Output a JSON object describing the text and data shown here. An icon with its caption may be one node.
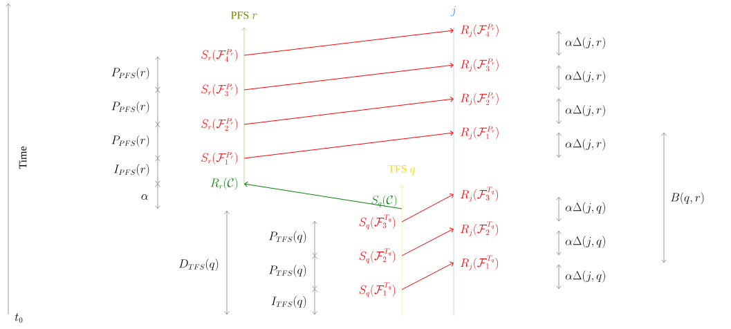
{
  "diagram": {
    "nodes": [
      {
        "text": [
          "S_r(\\mathcal{F}_4^{P_r})"
        ]
      },
      {
        "text": [
          "S_r(\\mathcal{F}_3^{P_r})"
        ]
      },
      {
        "text": [
          "S_r(\\mathcal{F}_2^{P_r})"
        ]
      },
      {
        "text": [
          "S_r(\\mathcal{F}_1^{P_r})"
        ]
      },
      {
        "text": [
          "R_j(\\mathcal{F}_4^{P_r})"
        ]
      },
      {
        "text": [
          "R_j(\\mathcal{F}_3^{P_r})"
        ]
      },
      {
        "text": [
          "R_j(\\mathcal{F}_2^{P_r})"
        ]
      },
      {
        "text": [
          "R_j(\\mathcal{F}_1^{P_r})"
        ]
      },
      {
        "text": [
          "R_r(\\mathcal{C})"
        ]
      },
      {
        "text": [
          "S_q(\\mathcal{C})"
        ]
      },
      {
        "text": [
          "S_q(\\mathcal{F}_3^{T_q})"
        ]
      },
      {
        "text": [
          "S_q(\\mathcal{F}_2^{T_q})"
        ]
      },
      {
        "text": [
          "S_q(\\mathcal{F}_1^{T_q})"
        ]
      },
      {
        "text": [
          "R_j(\\mathcal{F}_3^{T_q})"
        ]
      },
      {
        "text": [
          "R_j(\\mathcal{F}_2^{T_q})"
        ]
      },
      {
        "text": [
          "R_j(\\mathcal{F}_1^{T_q})"
        ]
      }
    ],
    "edges": [
      {
        "from": 0,
        "to": 4,
        "arrow": "to"
      },
      {
        "from": 1,
        "to": 5,
        "arrow": "to"
      },
      {
        "from": 2,
        "to": 6,
        "arrow": "to"
      },
      {
        "from": 3,
        "to": 7,
        "arrow": "to"
      },
      {
        "from": 9,
        "to": 8,
        "arrow": "to",
        "color": "#008000"
      },
      {
        "from": 10,
        "to": 13,
        "arrow": "to"
      },
      {
        "from": 11,
        "to": 14,
        "arrow": "to"
      },
      {
        "from": 12,
        "to": 15,
        "arrow": "to"
      }
    ],
    "labels": [
      "\\mathrm{PFS}\\ r",
      "j",
      "Time",
      "P_{PFS}(r)",
      "P_{PFS}(r)",
      "P_{PFS}(r)",
      "I_{PFS}(r)",
      "\\alpha",
      "\\mathrm{TFS}\\ q",
      "D_{TFS}(q)",
      "P_{TFS}(q)",
      "P_{TFS}(q)",
      "I_{TFS}(q)",
      "t_0",
      "\\alpha\\Delta(j,r)",
      "\\alpha\\Delta(j,r)",
      "\\alpha\\Delta(j,r)",
      "\\alpha\\Delta(j,r)",
      "\\alpha\\Delta(j,q)",
      "\\alpha\\Delta(j,q)",
      "\\alpha\\Delta(j,q)",
      "B(q,r)"
    ]
  }
}
